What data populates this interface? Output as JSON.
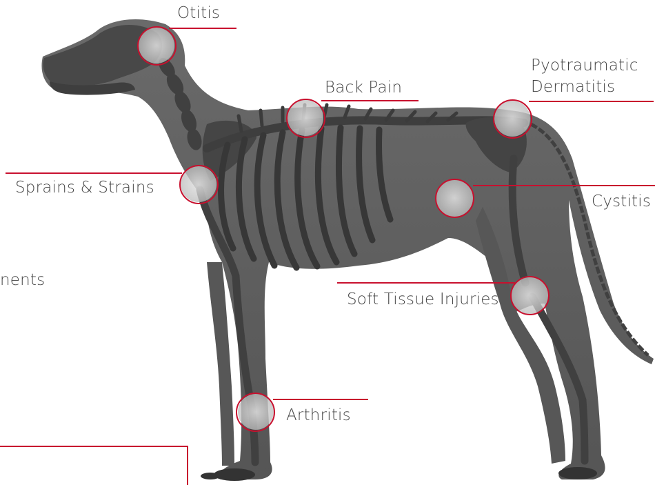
{
  "colors": {
    "accent": "#c8102e",
    "label_text": "#444444",
    "body": "#5f5f5f",
    "body_dark": "#4a4a4a",
    "bone": "#3f3f3f",
    "highlight": "#d8d8d8"
  },
  "diagram": {
    "labels": {
      "otitis": "Otitis",
      "back_pain": "Back Pain",
      "pyo_line1": "Pyotraumatic",
      "pyo_line2": "Dermatitis",
      "sprains": "Sprains & Strains",
      "cystitis": "Cystitis",
      "soft_tissue": "Soft Tissue Injuries",
      "arthritis": "Arthritis",
      "cut_text": "nents"
    }
  }
}
